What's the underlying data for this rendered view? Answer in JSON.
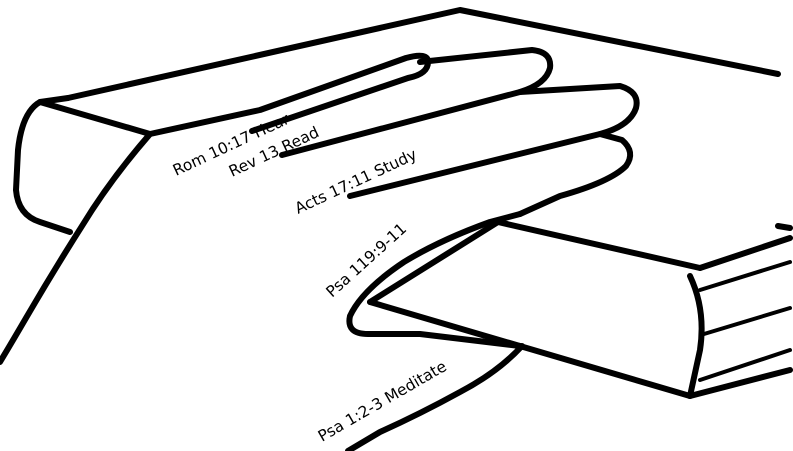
{
  "illustration": {
    "fingers": [
      {
        "id": "hear",
        "label": "Rom 10:17 Hear"
      },
      {
        "id": "read",
        "label": "Rev 13 Read"
      },
      {
        "id": "study",
        "label": "Acts 17:11 Study"
      },
      {
        "id": "memorize",
        "label": "Psa 119:9-11"
      },
      {
        "id": "meditate",
        "label": "Psa 1:2-3 Meditate"
      }
    ],
    "line_color": "#000000",
    "background_color": "#ffffff"
  }
}
